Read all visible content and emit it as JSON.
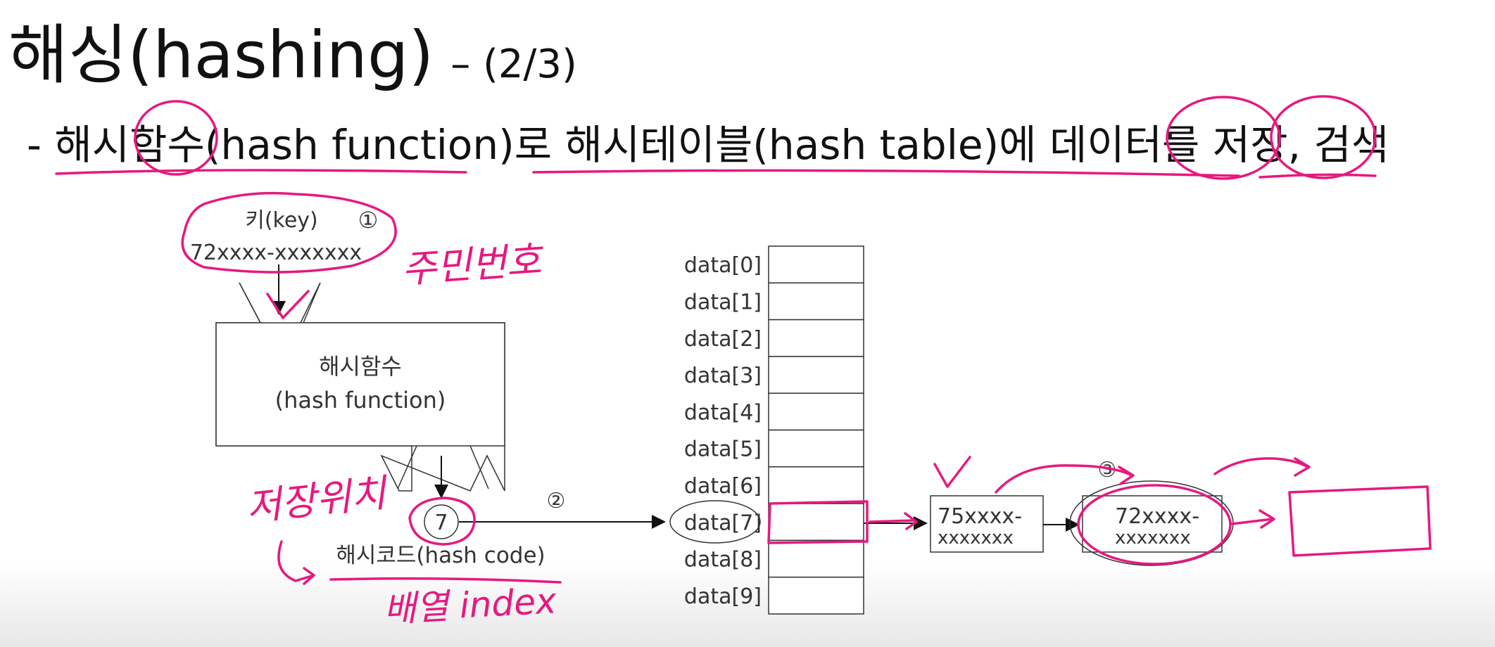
{
  "slide": {
    "title": "해싱(hashing)",
    "title_page": "– (2/3)",
    "subtitle": "- 해시함수(hash function)로 해시테이블(hash table)에 데이터를 저장, 검색"
  },
  "diagram": {
    "key_label": "키(key)",
    "key_value": "72xxxx-xxxxxxx",
    "step1": "①",
    "hash_function_kr": "해시함수",
    "hash_function_en": "(hash function)",
    "hash_code_value": "7",
    "hash_code_label": "해시코드(hash code)",
    "step2": "②",
    "step3": "③",
    "table_rows": [
      "data[0]",
      "data[1]",
      "data[2]",
      "data[3]",
      "data[4]",
      "data[5]",
      "data[6]",
      "data[7]",
      "data[8]",
      "data[9]"
    ],
    "node1_line1": "75xxxx-",
    "node1_line2": "xxxxxxx",
    "node2_line1": "72xxxx-",
    "node2_line2": "xxxxxxx"
  },
  "annotations": {
    "resident_number": "주민번호",
    "storage_location": "저장위치",
    "array_index": "배열 index",
    "ink_color": "#e6197f"
  }
}
